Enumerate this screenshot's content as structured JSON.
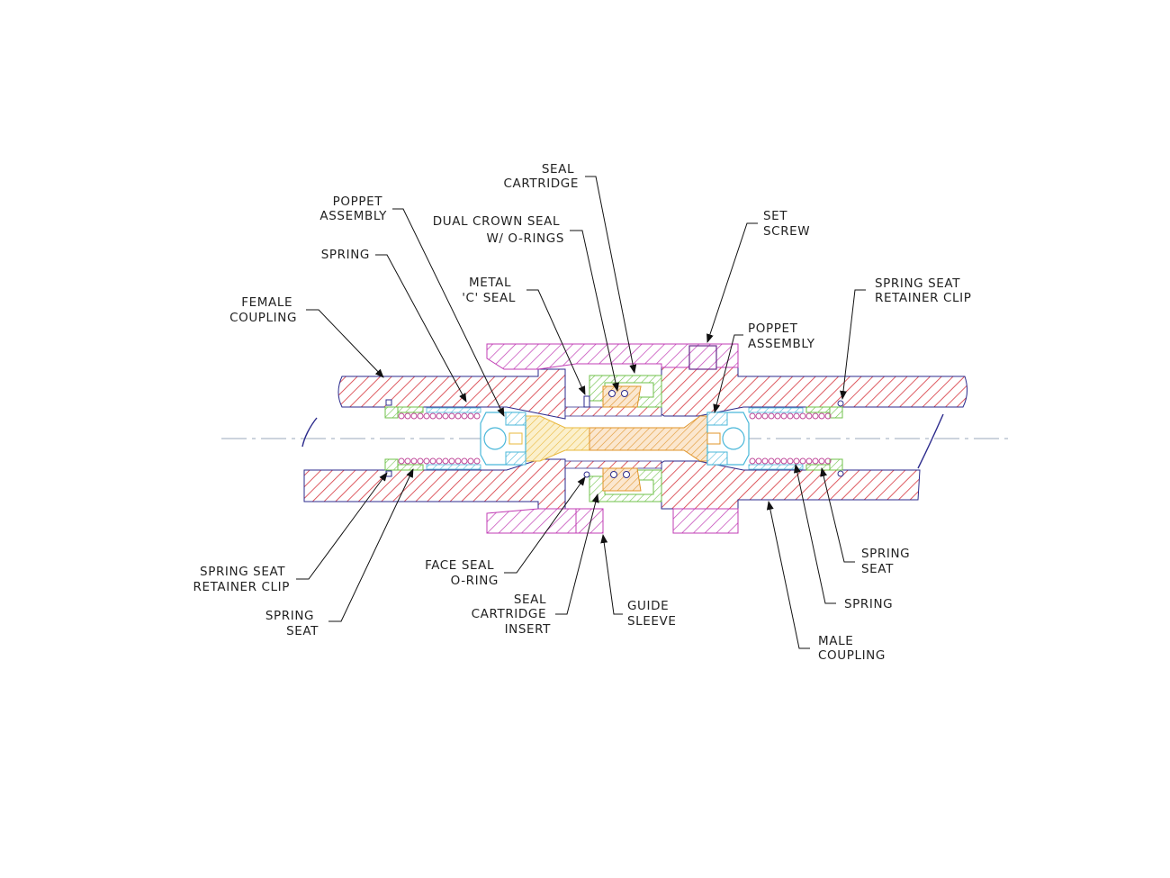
{
  "colors": {
    "coupling": "#d6343c",
    "coupling_outline": "#2b2a8c",
    "guide_sleeve": "#c03cb4",
    "seal_cartridge": "#6fc24a",
    "crown_seal": "#e0942a",
    "poppet_shaft": "#e9b83b",
    "poppet_head": "#49b7d9",
    "spring": "#c04a9a",
    "centerline": "#9aa7bb",
    "leader": "#111111"
  },
  "labels": {
    "seal_cartridge_top": [
      "SEAL",
      "CARTRIDGE"
    ],
    "poppet_assembly_left": [
      "POPPET",
      "ASSEMBLY"
    ],
    "dual_crown_seal": [
      "DUAL CROWN SEAL",
      "W/ O-RINGS"
    ],
    "set_screw": [
      "SET",
      "SCREW"
    ],
    "spring_top_left": [
      "SPRING"
    ],
    "metal_c_seal": [
      "METAL",
      "'C' SEAL"
    ],
    "spring_seat_retainer_clip_right": [
      "SPRING SEAT",
      "RETAINER CLIP"
    ],
    "female_coupling": [
      "FEMALE",
      "COUPLING"
    ],
    "poppet_assembly_right": [
      "POPPET",
      "ASSEMBLY"
    ],
    "spring_seat_retainer_clip_left": [
      "SPRING SEAT",
      "RETAINER CLIP"
    ],
    "spring_seat_left": [
      "SPRING",
      "SEAT"
    ],
    "face_seal_oring": [
      "FACE SEAL",
      "O-RING"
    ],
    "seal_cartridge_insert": [
      "SEAL",
      "CARTRIDGE",
      "INSERT"
    ],
    "guide_sleeve": [
      "GUIDE",
      "SLEEVE"
    ],
    "spring_seat_right": [
      "SPRING",
      "SEAT"
    ],
    "spring_bottom_right": [
      "SPRING"
    ],
    "male_coupling": [
      "MALE",
      "COUPLING"
    ]
  }
}
